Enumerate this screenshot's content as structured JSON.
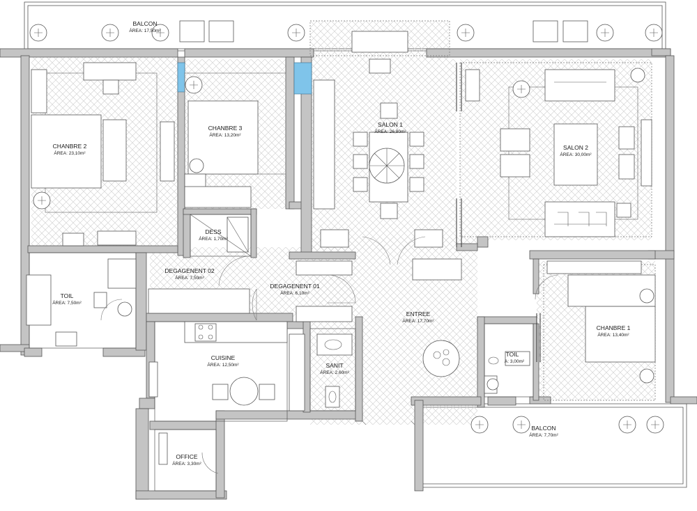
{
  "rooms": [
    {
      "id": "balcon-north",
      "name": "BALCON",
      "area": "ÁREA: 17,50m²"
    },
    {
      "id": "chambre-2",
      "name": "CHANBRE 2",
      "area": "ÁREA: 23,10m²"
    },
    {
      "id": "chambre-3",
      "name": "CHANBRE 3",
      "area": "ÁREA: 13,20m²"
    },
    {
      "id": "salon-1",
      "name": "SALON 1",
      "area": "ÁREA: 26,80m²"
    },
    {
      "id": "salon-2",
      "name": "SALON 2",
      "area": "ÁREA: 30,00m²"
    },
    {
      "id": "dess",
      "name": "DESS",
      "area": "ÁREA: 1,70m²"
    },
    {
      "id": "degagement-02",
      "name": "DEGAGENENT 02",
      "area": "ÁREA: 7,50m²"
    },
    {
      "id": "degagement-01",
      "name": "DEGAGENENT 01",
      "area": "ÁREA: 6,10m²"
    },
    {
      "id": "toil-west",
      "name": "TOIL",
      "area": "ÁREA: 7,50m²"
    },
    {
      "id": "entree",
      "name": "ENTREE",
      "area": "ÁREA: 17,70m²"
    },
    {
      "id": "chambre-1",
      "name": "CHANBRE 1",
      "area": "ÁREA: 13,40m²"
    },
    {
      "id": "cuisine",
      "name": "CUISINE",
      "area": "ÁREA: 12,50m²"
    },
    {
      "id": "sanit",
      "name": "SANIT",
      "area": "ÁREA: 2,60m²"
    },
    {
      "id": "toil-east",
      "name": "TOIL",
      "area": "A: 3,00m²"
    },
    {
      "id": "balcon-south",
      "name": "BALCON",
      "area": "ÁREA: 7,70m²"
    },
    {
      "id": "office",
      "name": "OFFICE",
      "area": "ÁREA: 3,30m²"
    }
  ],
  "colors": {
    "wall_fill": "#c4c4c4",
    "line": "#555555",
    "glass": "#7fc4ea",
    "floor_pattern": "#d4d4d4"
  }
}
